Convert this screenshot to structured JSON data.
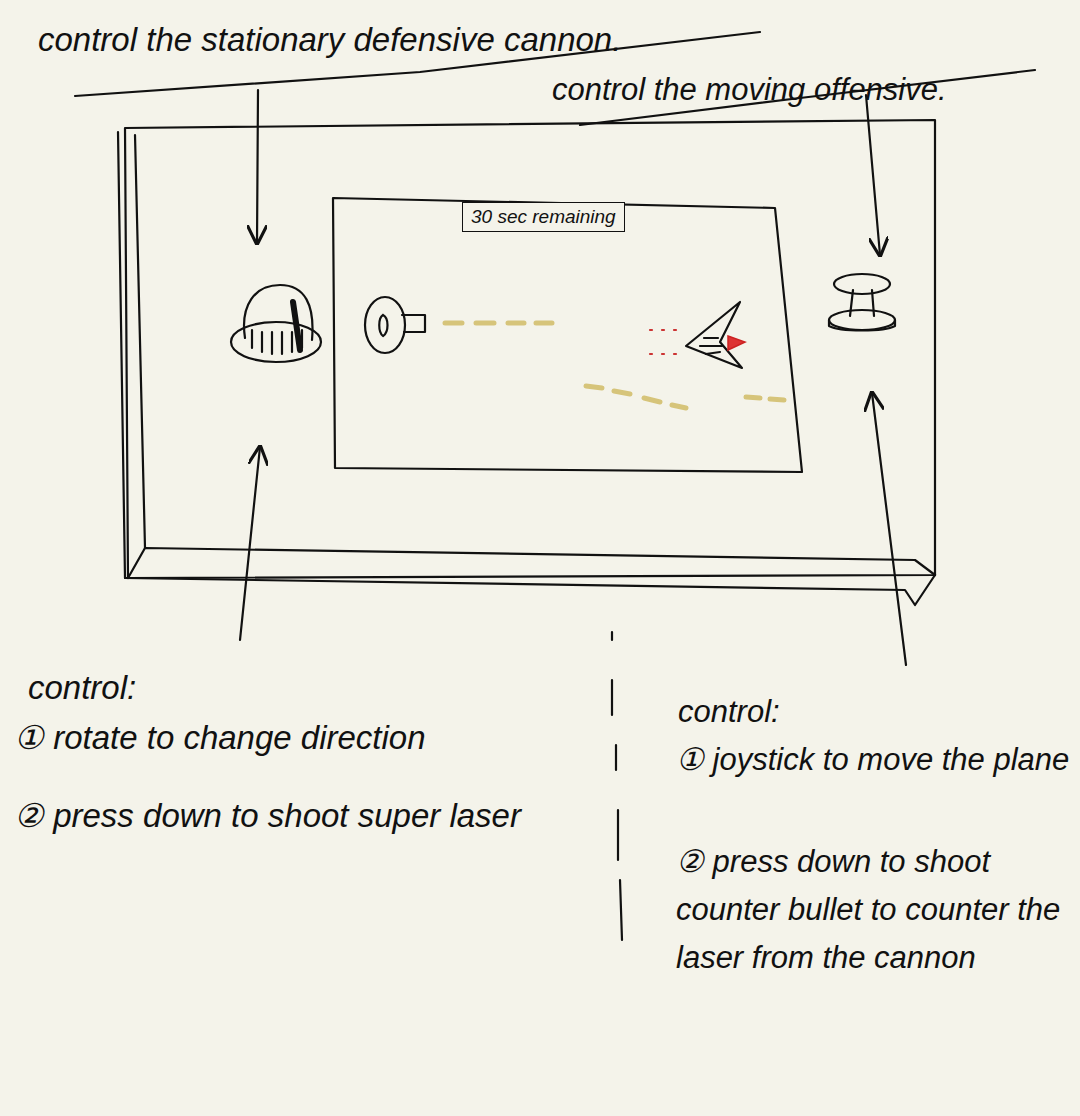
{
  "diagram": {
    "nodes": [
      {
        "text": [
          "30 sec remaining"
        ]
      }
    ],
    "labels": [
      "control the stationary defensive cannon.",
      "control the moving offensive.",
      "control:",
      "① rotate to change direction",
      "② press down to shoot super laser",
      "control:",
      "① joystick to move the plane",
      "② press down to shoot counter bullet to counter the laser from the cannon"
    ]
  }
}
